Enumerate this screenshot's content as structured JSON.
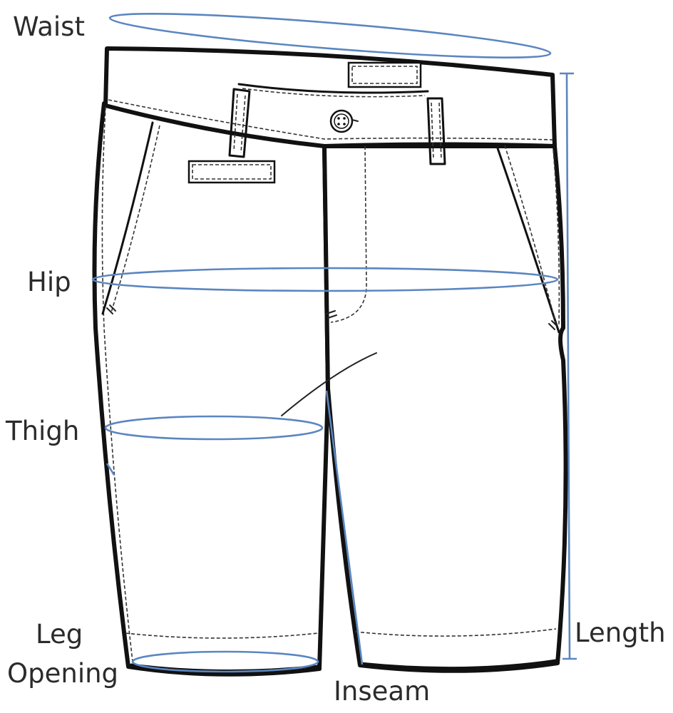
{
  "labels": {
    "waist": "Waist",
    "hip": "Hip",
    "thigh": "Thigh",
    "leg_opening_line1": "Leg",
    "leg_opening_line2": "Opening",
    "inseam": "Inseam",
    "length": "Length"
  },
  "colors": {
    "measure_line": "#5b86c0",
    "outline": "#111111",
    "label_text": "#2b2b2b"
  }
}
